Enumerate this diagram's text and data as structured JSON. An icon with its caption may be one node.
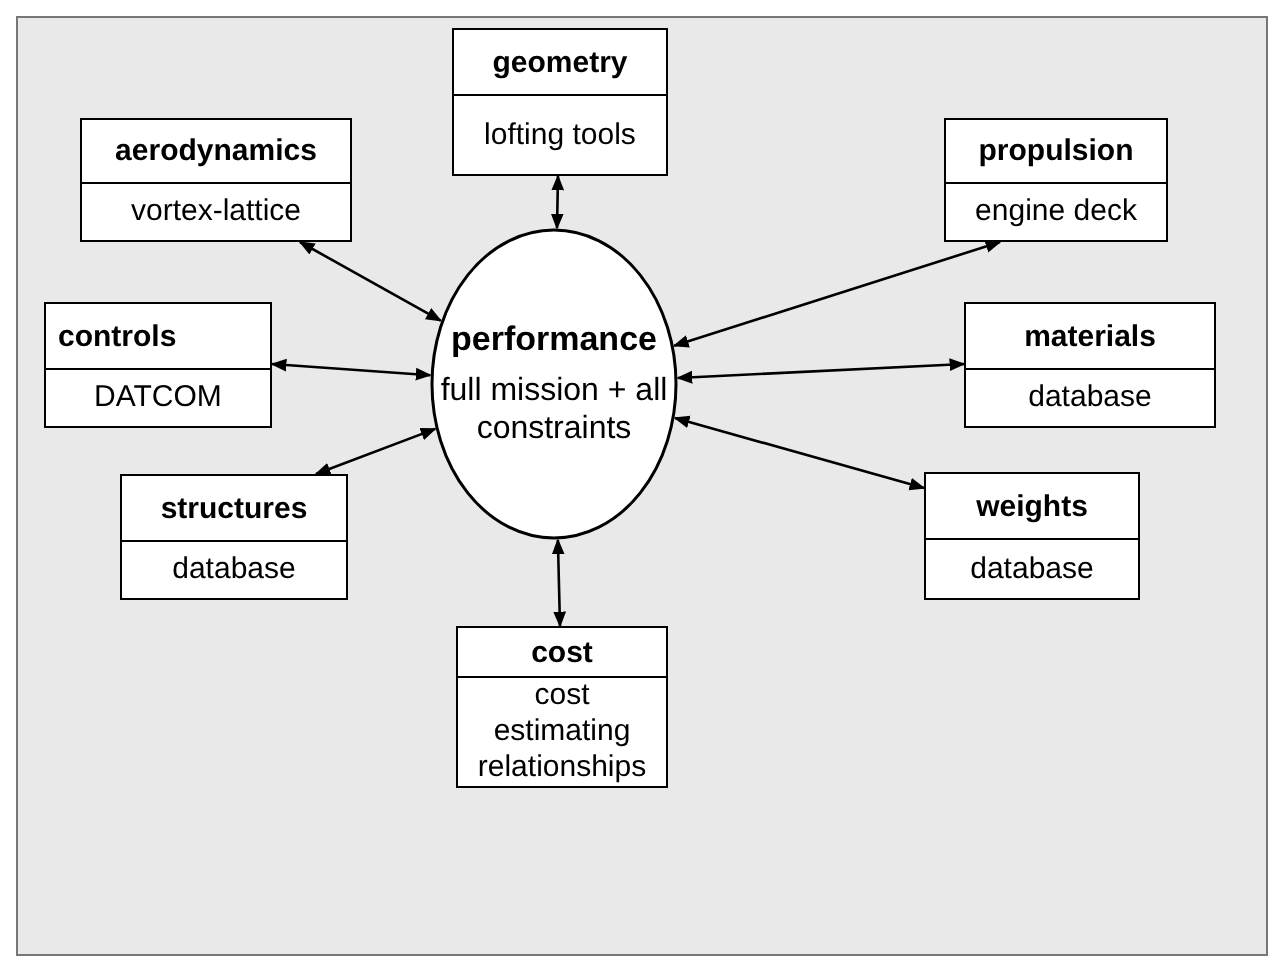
{
  "diagram": {
    "nodes": [
      {
        "text": [
          "geometry",
          "lofting tools"
        ]
      },
      {
        "text": [
          "aerodynamics",
          "vortex-lattice"
        ]
      },
      {
        "text": [
          "propulsion",
          "engine deck"
        ]
      },
      {
        "text": [
          "controls",
          "DATCOM"
        ]
      },
      {
        "text": [
          "performance",
          "full mission + all constraints"
        ]
      },
      {
        "text": [
          "materials",
          "database"
        ]
      },
      {
        "text": [
          "structures",
          "database"
        ]
      },
      {
        "text": [
          "weights",
          "database"
        ]
      },
      {
        "text": [
          "cost",
          "cost estimating relationships"
        ]
      }
    ],
    "edges": [
      {
        "from": 4,
        "to": 0,
        "arrow": "both"
      },
      {
        "from": 4,
        "to": 1,
        "arrow": "both"
      },
      {
        "from": 4,
        "to": 2,
        "arrow": "both"
      },
      {
        "from": 4,
        "to": 3,
        "arrow": "both"
      },
      {
        "from": 4,
        "to": 5,
        "arrow": "both"
      },
      {
        "from": 4,
        "to": 6,
        "arrow": "both"
      },
      {
        "from": 4,
        "to": 7,
        "arrow": "both"
      },
      {
        "from": 4,
        "to": 8,
        "arrow": "both"
      }
    ]
  }
}
